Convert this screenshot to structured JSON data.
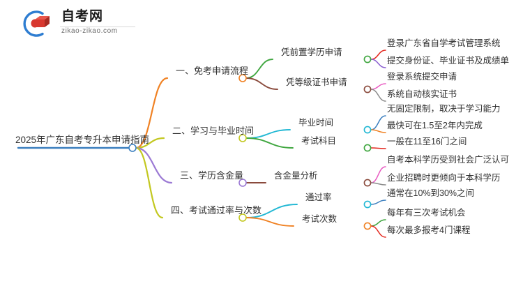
{
  "logo": {
    "name_cn": "自考网",
    "url": "zikao-zikao.com",
    "mark_colors": {
      "arc": "#2e7dd1",
      "book": "#d8382f",
      "book_dark": "#a82a22"
    }
  },
  "mindmap": {
    "root": {
      "label": "2025年广东自考专升本申请指南",
      "color": "#3a7ebf"
    },
    "branches": [
      {
        "label": "一、免考申请流程",
        "color": "#f08224",
        "children": [
          {
            "label": "凭前置学历申请",
            "color": "#3fa63f",
            "children": [
              {
                "label": "登录广东省自学考试管理系统",
                "color": "#e3241b"
              },
              {
                "label": "提交身份证、毕业证书及成绩单",
                "color": "#8a5fd0"
              }
            ]
          },
          {
            "label": "凭等级证书申请",
            "color": "#8a4a3c",
            "children": [
              {
                "label": "登录系统提交申请",
                "color": "#e857c0"
              },
              {
                "label": "系统自动核实证书",
                "color": "#8c8c8c"
              }
            ]
          }
        ]
      },
      {
        "label": "二、学习与毕业时间",
        "color": "#c3c821",
        "children": [
          {
            "label": "毕业时间",
            "color": "#22b8d4",
            "children": [
              {
                "label": "无固定限制，取决于学习能力",
                "color": "#3a7ebf"
              },
              {
                "label": "最快可在1.5至2年内完成",
                "color": "#f08224"
              }
            ]
          },
          {
            "label": "考试科目",
            "color": "#3fa63f",
            "children": [
              {
                "label": "一般在11至16门之间",
                "color": "#e3241b"
              }
            ]
          }
        ]
      },
      {
        "label": "三、学历含金量",
        "color": "#9b79d4",
        "children": [
          {
            "label": "含金量分析",
            "color": "#8a4a3c",
            "children": [
              {
                "label": "自考本科学历受到社会广泛认可",
                "color": "#e857c0"
              },
              {
                "label": "企业招聘时更倾向于本科学历",
                "color": "#8c8c8c"
              }
            ]
          }
        ]
      },
      {
        "label": "四、考试通过率与次数",
        "color": "#c3c821",
        "children": [
          {
            "label": "通过率",
            "color": "#22b8d4",
            "children": [
              {
                "label": "通常在10%到30%之间",
                "color": "#3a7ebf"
              }
            ]
          },
          {
            "label": "考试次数",
            "color": "#f08224",
            "children": [
              {
                "label": "每年有三次考试机会",
                "color": "#3fa63f"
              },
              {
                "label": "每次最多报考4门课程",
                "color": "#e3241b"
              }
            ]
          }
        ]
      }
    ]
  }
}
